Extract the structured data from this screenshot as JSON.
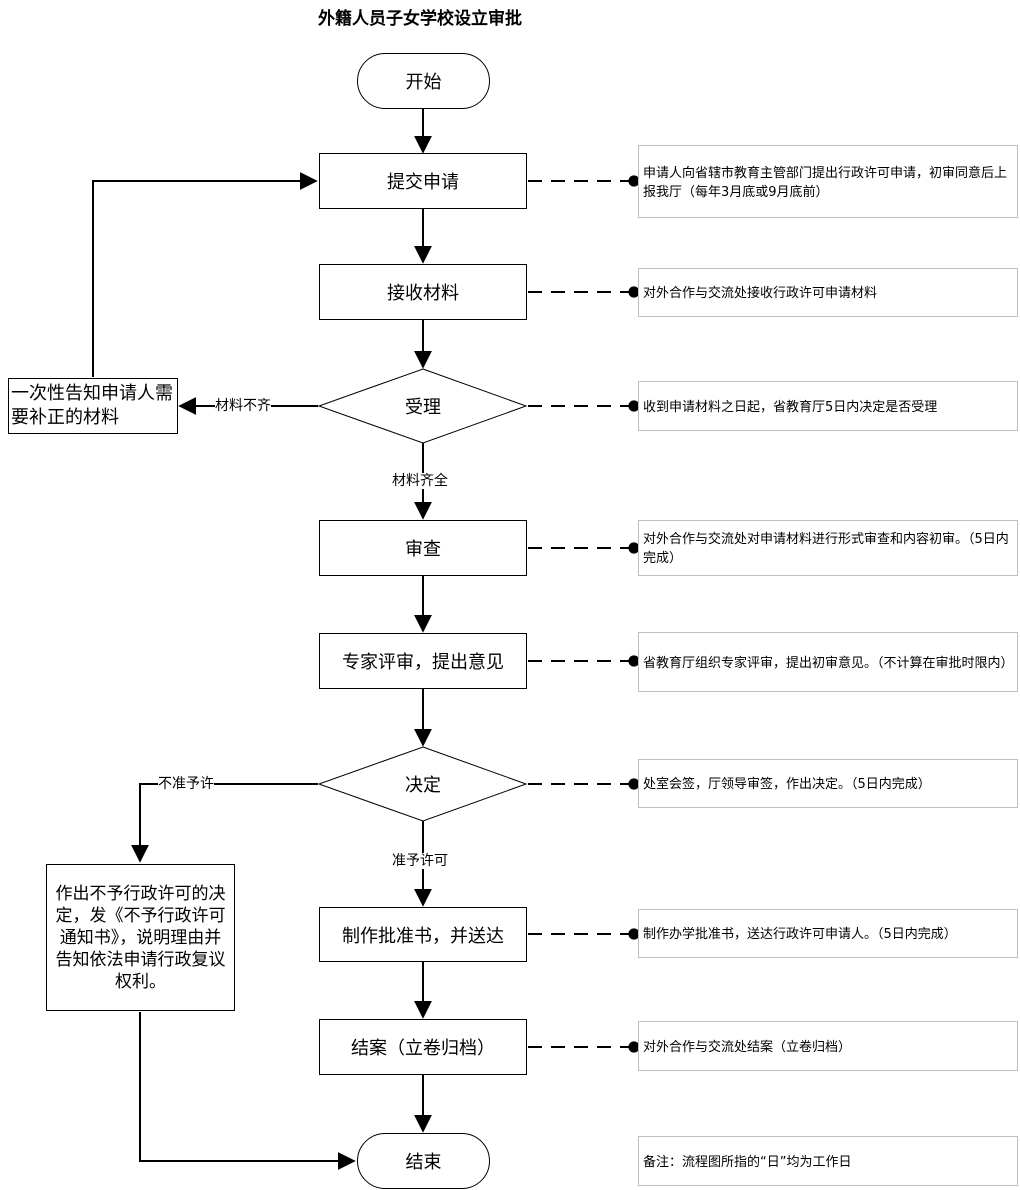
{
  "title": "外籍人员子女学校设立审批",
  "nodes": {
    "start": "开始",
    "submit": "提交申请",
    "receive": "接收材料",
    "accept": "受理",
    "review": "审查",
    "expert": "专家评审，提出意见",
    "decide": "决定",
    "issue": "制作批准书，并送达",
    "close": "结案（立卷归档）",
    "end": "结束",
    "supplement": "一次性告知申请人需要补正的材料",
    "deny": "作出不予行政许可的决定，发《不予行政许可通知书》，说明理由并告知依法申请行政复议权利。"
  },
  "edge_labels": {
    "incomplete": "材料不齐",
    "complete": "材料齐全",
    "not_granted": "不准予许",
    "granted": "准予许可"
  },
  "notes": {
    "submit": "申请人向省辖市教育主管部门提出行政许可申请，初审同意后上报我厅（每年3月底或9月底前）",
    "receive": "对外合作与交流处接收行政许可申请材料",
    "accept": "收到申请材料之日起，省教育厅5日内决定是否受理",
    "review": "对外合作与交流处对申请材料进行形式审查和内容初审。（5日内完成）",
    "expert": "省教育厅组织专家评审，提出初审意见。（不计算在审批时限内）",
    "decide": "处室会签，厅领导审签，作出决定。（5日内完成）",
    "issue": "制作办学批准书，送达行政许可申请人。（5日内完成）",
    "close": "对外合作与交流处结案（立卷归档）",
    "remark": "备注：流程图所指的“日”均为工作日"
  }
}
